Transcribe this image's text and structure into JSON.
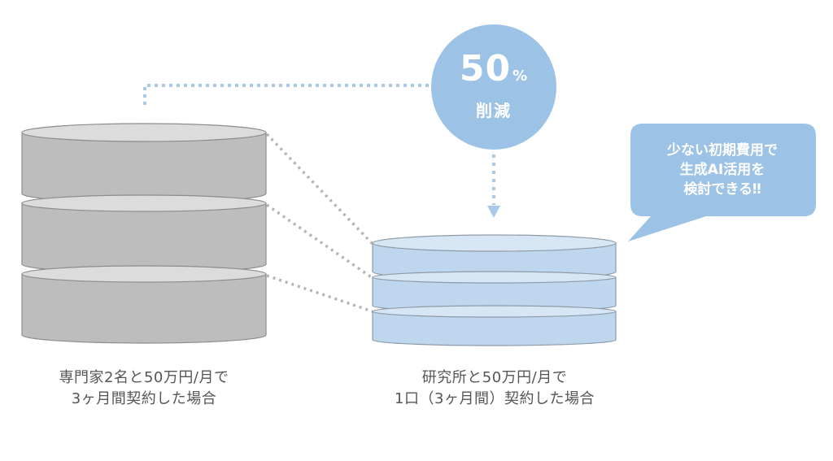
{
  "colors": {
    "gray_top": "#dcdcdc",
    "gray_body": "#bdbdbd",
    "gray_stroke": "#8c8c8c",
    "blue_top": "#d6e6f5",
    "blue_body": "#bed7ee",
    "blue_stroke": "#8f9aa6",
    "accent_blue": "#9cc3e6",
    "connector_gray": "#b5b5b5"
  },
  "reduction_badge": {
    "value": "50",
    "unit": "%",
    "label": "削減"
  },
  "speech_bubble": {
    "lines": [
      "少ない初期費用で",
      "生成AI活用を",
      "検討できる‼"
    ]
  },
  "left_stack": {
    "disk_count": 3,
    "caption_lines": [
      "専門家2名と50万円/月で",
      "3ヶ月間契約した場合"
    ]
  },
  "right_stack": {
    "disk_count": 3,
    "caption_lines": [
      "研究所と50万円/月で",
      "1口（3ヶ月間）契約した場合"
    ]
  }
}
